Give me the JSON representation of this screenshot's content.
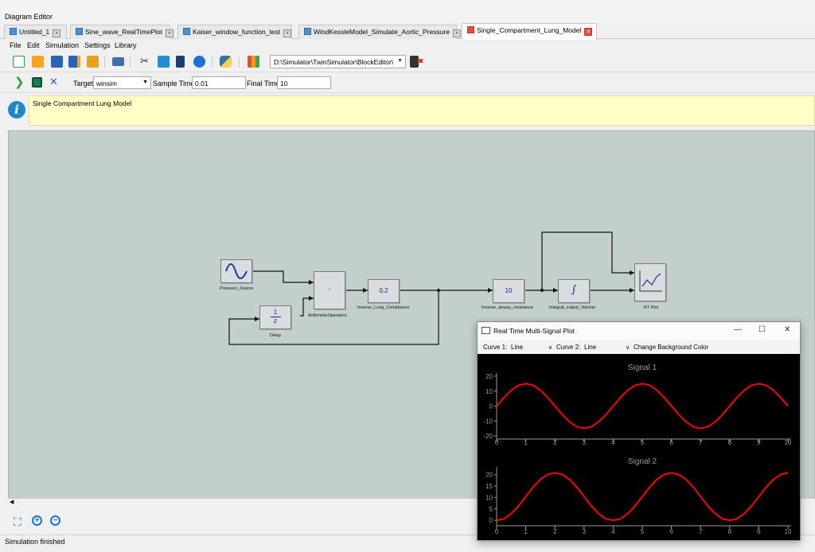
{
  "app": {
    "title": "Diagram Editor"
  },
  "tabs": [
    {
      "label": "Untitled_1",
      "active": false
    },
    {
      "label": "Sine_wave_RealTimePlot",
      "active": false
    },
    {
      "label": "Kaiser_window_function_test",
      "active": false
    },
    {
      "label": "WindKessleModel_Simulate_Aortic_Pressure",
      "active": false
    },
    {
      "label": "Single_Compartment_Lung_Model",
      "active": true
    }
  ],
  "menu": {
    "file": "File",
    "edit": "Edit",
    "simulation": "Simulation",
    "settings": "Settings",
    "library": "Library"
  },
  "toolbar": {
    "icons": [
      "new-file-icon",
      "open-folder-icon",
      "save-icon",
      "save-as-icon",
      "export-icon",
      "print-icon",
      "cut-icon",
      "copy-icon",
      "paste-icon",
      "undo-icon",
      "python-icon",
      "library-icon",
      "exit-icon"
    ],
    "path": "D:\\Simulator\\TwinSimulator\\BlockEditor\\"
  },
  "sim_toolbar": {
    "target_label": "Target",
    "target_value": "winsim",
    "sample_time_label": "Sample Time",
    "sample_time_value": "0.01",
    "final_time_label": "Final Time",
    "final_time_value": "10"
  },
  "info": {
    "text": "Single Compartment Lung Model"
  },
  "blocks": {
    "pressure_source": {
      "label": "Pressure_Source"
    },
    "arithmetic": {
      "label": "ArithmeticOperators",
      "value": "-"
    },
    "delay": {
      "label": "Delay",
      "num": "1",
      "den": "z"
    },
    "inverse_lung_compliance": {
      "label": "Inverse_Lung_Compliance",
      "value": "0.2"
    },
    "inverse_airway_resistance": {
      "label": "Inverse_airway_resistance",
      "value": "10"
    },
    "integral_output_volume": {
      "label": "Integral_output_Volume",
      "value": "∫"
    },
    "rt_plot": {
      "label": "RT Plot"
    }
  },
  "status": {
    "text": "Simulation finished"
  },
  "plot_window": {
    "title": "Real Time Multi-Signal Plot",
    "curve1_label": "Curve 1:",
    "curve1_value": "Line",
    "curve2_label": "Curve 2:",
    "curve2_value": "Line",
    "bg_button": "Change Background Color",
    "minimize": "—",
    "maximize": "☐",
    "close": "✕"
  },
  "chart_data": [
    {
      "type": "line",
      "title": "Signal 1",
      "xlim": [
        0,
        10
      ],
      "ylim": [
        -20,
        20
      ],
      "xticks": [
        0,
        1,
        2,
        3,
        4,
        5,
        6,
        7,
        8,
        9,
        10
      ],
      "yticks": [
        -20,
        -10,
        0,
        10,
        20
      ],
      "series": [
        {
          "color": "#ff0000",
          "x": [
            0,
            0.25,
            0.5,
            0.75,
            1,
            1.25,
            1.5,
            1.75,
            2,
            2.25,
            2.5,
            2.75,
            3,
            3.25,
            3.5,
            3.75,
            4,
            4.25,
            4.5,
            4.75,
            5,
            5.25,
            5.5,
            5.75,
            6,
            6.25,
            6.5,
            6.75,
            7,
            7.25,
            7.5,
            7.75,
            8,
            8.25,
            8.5,
            8.75,
            9,
            9.25,
            9.5,
            9.75,
            10
          ],
          "y": [
            0,
            5.7,
            10.6,
            13.9,
            15,
            13.9,
            10.6,
            5.7,
            0,
            -5.7,
            -10.6,
            -13.9,
            -15,
            -13.9,
            -10.6,
            -5.7,
            0,
            5.7,
            10.6,
            13.9,
            15,
            13.9,
            10.6,
            5.7,
            0,
            -5.7,
            -10.6,
            -13.9,
            -15,
            -13.9,
            -10.6,
            -5.7,
            0,
            5.7,
            10.6,
            13.9,
            15,
            13.9,
            10.6,
            5.7,
            0
          ]
        }
      ]
    },
    {
      "type": "line",
      "title": "Signal 2",
      "xlim": [
        0,
        10
      ],
      "ylim": [
        -1,
        22
      ],
      "xticks": [
        0,
        1,
        2,
        3,
        4,
        5,
        6,
        7,
        8,
        9,
        10
      ],
      "yticks": [
        0,
        5,
        10,
        15,
        20
      ],
      "series": [
        {
          "color": "#ff0000",
          "x": [
            0,
            0.25,
            0.5,
            0.75,
            1,
            1.25,
            1.5,
            1.75,
            2,
            2.25,
            2.5,
            2.75,
            3,
            3.25,
            3.5,
            3.75,
            4,
            4.25,
            4.5,
            4.75,
            5,
            5.25,
            5.5,
            5.75,
            6,
            6.25,
            6.5,
            6.75,
            7,
            7.25,
            7.5,
            7.75,
            8,
            8.25,
            8.5,
            8.75,
            9,
            9.25,
            9.5,
            9.75,
            10
          ],
          "y": [
            0,
            0.6,
            2.9,
            6.3,
            10.4,
            14.5,
            17.9,
            20.1,
            20.8,
            20.1,
            17.9,
            14.5,
            10.4,
            6.3,
            2.9,
            0.6,
            0,
            0.6,
            2.9,
            6.3,
            10.4,
            14.5,
            17.9,
            20.1,
            20.8,
            20.1,
            17.9,
            14.5,
            10.4,
            6.3,
            2.9,
            0.6,
            0,
            0.6,
            2.9,
            6.3,
            10.4,
            14.5,
            17.9,
            20.1,
            20.8
          ]
        }
      ]
    }
  ]
}
